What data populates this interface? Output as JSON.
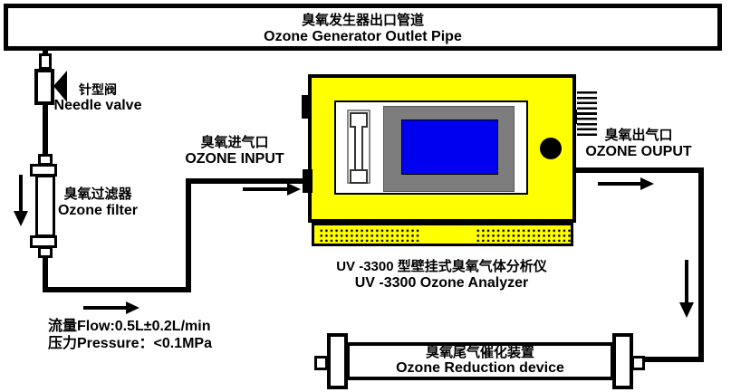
{
  "diagram": {
    "generator_pipe": {
      "zh": "臭氧发生器出口管道",
      "en": "Ozone Generator Outlet Pipe"
    },
    "needle_valve": {
      "zh": "针型阀",
      "en": "Needle valve"
    },
    "ozone_filter": {
      "zh": "臭氧过滤器",
      "en": "Ozone filter"
    },
    "ozone_input": {
      "zh": "臭氧进气口",
      "en": "OZONE INPUT"
    },
    "ozone_output": {
      "zh": "臭氧出气口",
      "en": "OZONE OUPUT"
    },
    "analyzer": {
      "zh": "UV -3300 型壁挂式臭氧气体分析仪",
      "en": "UV -3300 Ozone Analyzer"
    },
    "reduction_device": {
      "zh": "臭氧尾气催化装置",
      "en": "Ozone Reduction device"
    },
    "specs": {
      "flow": "流量Flow:0.5L±0.2L/min",
      "pressure": "压力Pressure：<0.1MPa"
    },
    "colors": {
      "analyzer_body": "#ffff00",
      "screen_blue": "#0000f0",
      "bezel_gray": "#7d7d7d",
      "line_black": "#000000"
    }
  }
}
